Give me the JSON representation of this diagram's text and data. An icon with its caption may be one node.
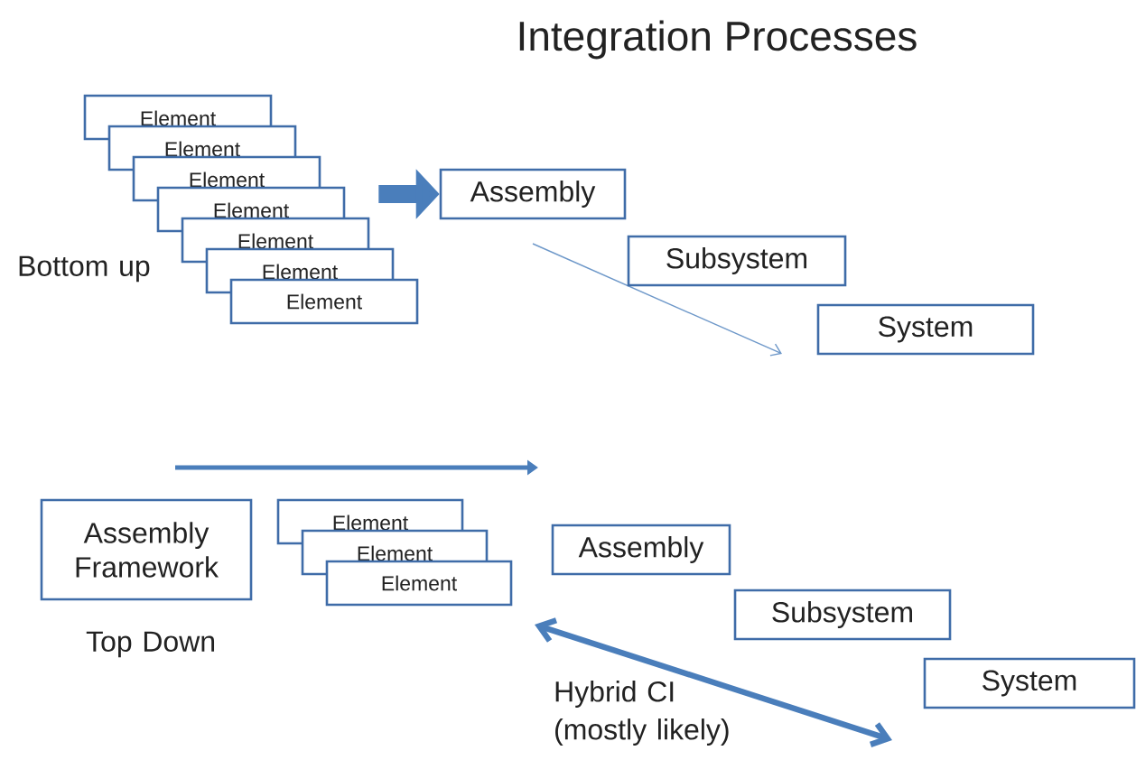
{
  "diagram": {
    "title": "Integration Processes",
    "nodes": [
      {
        "text": [
          "Element"
        ]
      },
      {
        "text": [
          "Element"
        ]
      },
      {
        "text": [
          "Element"
        ]
      },
      {
        "text": [
          "Element"
        ]
      },
      {
        "text": [
          "Element"
        ]
      },
      {
        "text": [
          "Element"
        ]
      },
      {
        "text": [
          "Element"
        ]
      },
      {
        "text": [
          "Assembly"
        ]
      },
      {
        "text": [
          "Subsystem"
        ]
      },
      {
        "text": [
          "System"
        ]
      },
      {
        "text": [
          "Assembly Framework"
        ]
      },
      {
        "text": [
          "Element"
        ]
      },
      {
        "text": [
          "Element"
        ]
      },
      {
        "text": [
          "Element"
        ]
      },
      {
        "text": [
          "Assembly"
        ]
      },
      {
        "text": [
          "Subsystem"
        ]
      },
      {
        "text": [
          "System"
        ]
      }
    ],
    "edges": [
      {
        "from": 4,
        "to": 7,
        "arrow": "to"
      }
    ],
    "labels": [
      "Bottom up",
      "Top Down",
      "Hybrid CI (mostly likely)"
    ]
  }
}
